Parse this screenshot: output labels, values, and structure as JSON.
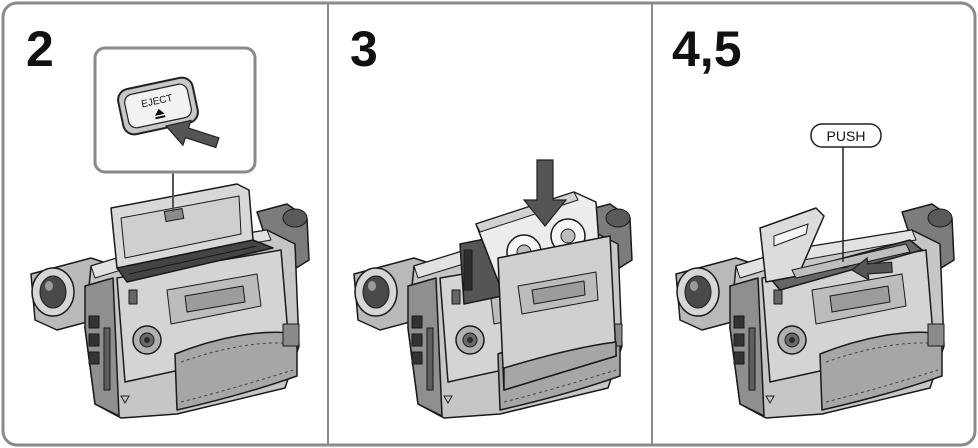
{
  "figure": {
    "panels": [
      {
        "step": "2"
      },
      {
        "step": "3"
      },
      {
        "step": "4,5"
      }
    ],
    "callouts": {
      "eject_button": "EJECT",
      "push_label": "PUSH"
    }
  },
  "colors": {
    "frame": "#8a8a8a",
    "arrow": "#555555",
    "body": "#c6c6c6",
    "cavity": "#444444"
  },
  "icons": [
    "eject-icon",
    "arrow-down-icon",
    "arrow-left-icon",
    "camcorder-icon",
    "cassette-icon"
  ]
}
